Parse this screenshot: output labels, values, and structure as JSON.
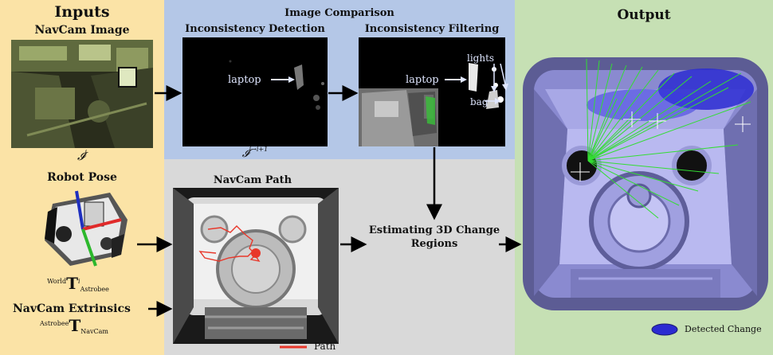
{
  "inputs": {
    "title": "Inputs",
    "navcam_image_label": "NavCam Image",
    "image_symbol": "𝓘",
    "image_symbol_sup": "i",
    "robot_pose_label": "Robot Pose",
    "pose_sup_left": "World",
    "pose_T": "T",
    "pose_sup_right": "i",
    "pose_sub": "Astrobee",
    "extrinsics_label": "NavCam Extrinsics",
    "extr_sup_left": "Astrobee",
    "extr_T": "T",
    "extr_sub": "NavCam"
  },
  "comparison": {
    "title": "Image Comparison",
    "detection_label": "Inconsistency Detection",
    "filtering_label": "Inconsistency Filtering",
    "laptop_label_1": "laptop",
    "laptop_label_2": "laptop",
    "lights_label": "lights",
    "bag_label": "bag",
    "diff_symbol": "𝓘",
    "diff_symbol_sup": "i→i+1"
  },
  "estimation": {
    "path_title": "NavCam Path",
    "step_label_line1": "Estimating 3D Change",
    "step_label_line2": "Regions",
    "path_legend": "Path"
  },
  "output": {
    "title": "Output",
    "legend_label": "Detected Change"
  },
  "colors": {
    "inputs_bg": "#fbe3a6",
    "comparison_bg": "#b4c7e7",
    "estimation_bg": "#d9d9d9",
    "output_bg": "#c6e0b4",
    "path_red": "#e8372a",
    "change_blue": "#2b2bd1",
    "ray_green": "#33dd33"
  }
}
